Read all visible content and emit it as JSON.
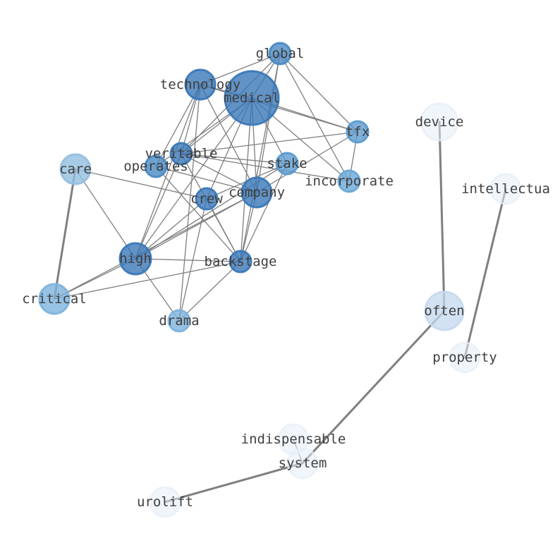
{
  "graph": {
    "nodes": [
      {
        "id": "medical",
        "label": "medical",
        "color": "#3b78b8"
      },
      {
        "id": "technology",
        "label": "technology",
        "color": "#3b78b8"
      },
      {
        "id": "global",
        "label": "global",
        "color": "#4a8ac4"
      },
      {
        "id": "tfx",
        "label": "tfx",
        "color": "#5c9bcf"
      },
      {
        "id": "veritable",
        "label": "veritable",
        "color": "#3b78b8"
      },
      {
        "id": "operates",
        "label": "operates",
        "color": "#4a8ac4"
      },
      {
        "id": "stake",
        "label": "stake",
        "color": "#5c9bcf"
      },
      {
        "id": "incorporate",
        "label": "incorporate",
        "color": "#6aa8d6"
      },
      {
        "id": "company",
        "label": "company",
        "color": "#3b78b8"
      },
      {
        "id": "crew",
        "label": "crew",
        "color": "#3b78b8"
      },
      {
        "id": "care",
        "label": "care",
        "color": "#93bfe0"
      },
      {
        "id": "high",
        "label": "high",
        "color": "#3b78b8"
      },
      {
        "id": "backstage",
        "label": "backstage",
        "color": "#3b78b8"
      },
      {
        "id": "critical",
        "label": "critical",
        "color": "#7db3dd"
      },
      {
        "id": "drama",
        "label": "drama",
        "color": "#7db3dd"
      },
      {
        "id": "device",
        "label": "device",
        "color": "#e6eef8"
      },
      {
        "id": "intellectua",
        "label": "intellectua",
        "color": "#e6eef8"
      },
      {
        "id": "often",
        "label": "often",
        "color": "#c4d8ee"
      },
      {
        "id": "property",
        "label": "property",
        "color": "#e6eef8"
      },
      {
        "id": "indispensable",
        "label": "indispensable",
        "color": "#e6eef8"
      },
      {
        "id": "system",
        "label": "system",
        "color": "#e6eef8"
      },
      {
        "id": "urolift",
        "label": "urolift",
        "color": "#e6eef8"
      }
    ],
    "edges": [
      {
        "source": "medical",
        "target": "technology",
        "weight": 1
      },
      {
        "source": "medical",
        "target": "global",
        "weight": 1
      },
      {
        "source": "medical",
        "target": "tfx",
        "weight": 1
      },
      {
        "source": "medical",
        "target": "veritable",
        "weight": 1
      },
      {
        "source": "medical",
        "target": "operates",
        "weight": 1
      },
      {
        "source": "medical",
        "target": "stake",
        "weight": 1
      },
      {
        "source": "medical",
        "target": "incorporate",
        "weight": 1
      },
      {
        "source": "medical",
        "target": "company",
        "weight": 1
      },
      {
        "source": "medical",
        "target": "crew",
        "weight": 1
      },
      {
        "source": "medical",
        "target": "high",
        "weight": 1
      },
      {
        "source": "medical",
        "target": "backstage",
        "weight": 1
      },
      {
        "source": "technology",
        "target": "global",
        "weight": 1
      },
      {
        "source": "technology",
        "target": "tfx",
        "weight": 1
      },
      {
        "source": "technology",
        "target": "veritable",
        "weight": 1
      },
      {
        "source": "technology",
        "target": "operates",
        "weight": 1
      },
      {
        "source": "technology",
        "target": "company",
        "weight": 1
      },
      {
        "source": "technology",
        "target": "high",
        "weight": 1
      },
      {
        "source": "technology",
        "target": "drama",
        "weight": 1
      },
      {
        "source": "global",
        "target": "veritable",
        "weight": 1
      },
      {
        "source": "global",
        "target": "tfx",
        "weight": 1
      },
      {
        "source": "global",
        "target": "incorporate",
        "weight": 1
      },
      {
        "source": "global",
        "target": "company",
        "weight": 1
      },
      {
        "source": "global",
        "target": "backstage",
        "weight": 1
      },
      {
        "source": "tfx",
        "target": "veritable",
        "weight": 1
      },
      {
        "source": "tfx",
        "target": "incorporate",
        "weight": 1
      },
      {
        "source": "tfx",
        "target": "company",
        "weight": 1
      },
      {
        "source": "veritable",
        "target": "stake",
        "weight": 1
      },
      {
        "source": "veritable",
        "target": "company",
        "weight": 1
      },
      {
        "source": "veritable",
        "target": "incorporate",
        "weight": 1
      },
      {
        "source": "veritable",
        "target": "high",
        "weight": 1
      },
      {
        "source": "veritable",
        "target": "backstage",
        "weight": 1
      },
      {
        "source": "operates",
        "target": "company",
        "weight": 1
      },
      {
        "source": "operates",
        "target": "backstage",
        "weight": 1
      },
      {
        "source": "stake",
        "target": "high",
        "weight": 1
      },
      {
        "source": "stake",
        "target": "backstage",
        "weight": 1
      },
      {
        "source": "stake",
        "target": "crew",
        "weight": 1
      },
      {
        "source": "company",
        "target": "high",
        "weight": 1
      },
      {
        "source": "company",
        "target": "critical",
        "weight": 1
      },
      {
        "source": "company",
        "target": "backstage",
        "weight": 1
      },
      {
        "source": "crew",
        "target": "care",
        "weight": 1
      },
      {
        "source": "crew",
        "target": "high",
        "weight": 1
      },
      {
        "source": "crew",
        "target": "drama",
        "weight": 1
      },
      {
        "source": "crew",
        "target": "backstage",
        "weight": 1
      },
      {
        "source": "care",
        "target": "high",
        "weight": 1
      },
      {
        "source": "care",
        "target": "critical",
        "weight": 2
      },
      {
        "source": "high",
        "target": "backstage",
        "weight": 1
      },
      {
        "source": "high",
        "target": "critical",
        "weight": 1
      },
      {
        "source": "high",
        "target": "drama",
        "weight": 1
      },
      {
        "source": "backstage",
        "target": "critical",
        "weight": 1
      },
      {
        "source": "backstage",
        "target": "drama",
        "weight": 1
      },
      {
        "source": "device",
        "target": "often",
        "weight": 2
      },
      {
        "source": "intellectua",
        "target": "property",
        "weight": 2
      },
      {
        "source": "often",
        "target": "system",
        "weight": 2
      },
      {
        "source": "system",
        "target": "urolift",
        "weight": 2
      },
      {
        "source": "indispensable",
        "target": "system",
        "weight": 1
      }
    ]
  }
}
